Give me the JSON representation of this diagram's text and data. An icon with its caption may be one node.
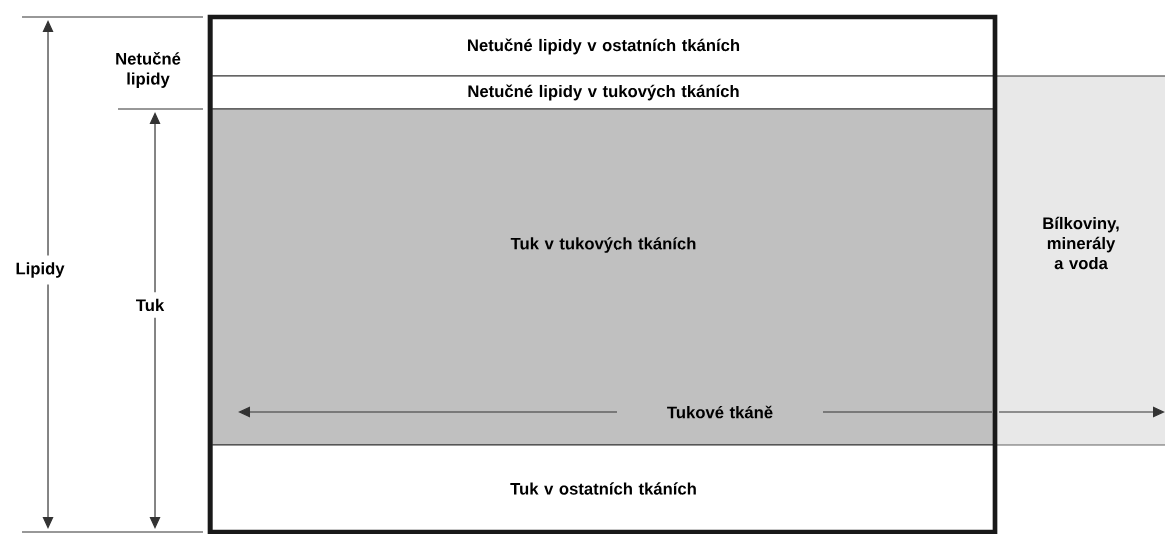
{
  "diagram": {
    "nodes": [
      {
        "text": [
          "Netučné lipidy v ostatních tkáních"
        ]
      },
      {
        "text": [
          "Netučné lipidy v tukových tkáních"
        ]
      },
      {
        "text": [
          "Tuk v tukových tkáních"
        ]
      },
      {
        "text": [
          "Tuk v ostatních tkáních"
        ]
      },
      {
        "text": [
          "Bílkoviny, minerály a voda"
        ]
      }
    ],
    "labels": [
      "Netučné lipidy",
      "Lipidy",
      "Tuk",
      "Tukové tkáně"
    ]
  }
}
